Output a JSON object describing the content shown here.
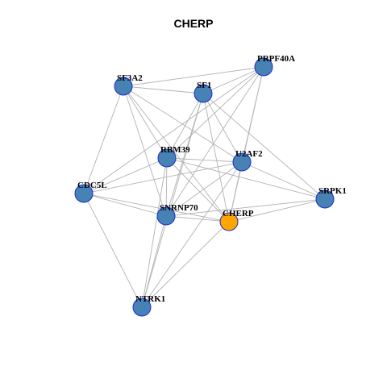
{
  "title": "CHERP",
  "colors": {
    "node_fill": "#4682b4",
    "node_stroke": "#1c2ccf",
    "highlight_fill": "#ffa500",
    "edge": "#b3b3b3"
  },
  "nodes": [
    {
      "id": "PRPF40A",
      "label": "PRPF40A",
      "highlight": false
    },
    {
      "id": "SF3A2",
      "label": "SF3A2",
      "highlight": false
    },
    {
      "id": "SF1",
      "label": "SF1",
      "highlight": false
    },
    {
      "id": "RBM39",
      "label": "RBM39",
      "highlight": false
    },
    {
      "id": "U2AF2",
      "label": "U2AF2",
      "highlight": false
    },
    {
      "id": "CDC5L",
      "label": "CDC5L",
      "highlight": false
    },
    {
      "id": "SRPK1",
      "label": "SRPK1",
      "highlight": false
    },
    {
      "id": "SNRNP70",
      "label": "SNRNP70",
      "highlight": false
    },
    {
      "id": "CHERP",
      "label": "CHERP",
      "highlight": true
    },
    {
      "id": "NTRK1",
      "label": "NTRK1",
      "highlight": false
    }
  ],
  "edges": [
    [
      "SF3A2",
      "PRPF40A"
    ],
    [
      "SF3A2",
      "SF1"
    ],
    [
      "SF3A2",
      "RBM39"
    ],
    [
      "SF3A2",
      "U2AF2"
    ],
    [
      "SF3A2",
      "CDC5L"
    ],
    [
      "SF3A2",
      "SNRNP70"
    ],
    [
      "SF3A2",
      "CHERP"
    ],
    [
      "SF1",
      "PRPF40A"
    ],
    [
      "SF1",
      "RBM39"
    ],
    [
      "SF1",
      "U2AF2"
    ],
    [
      "SF1",
      "SNRNP70"
    ],
    [
      "SF1",
      "CHERP"
    ],
    [
      "SF1",
      "NTRK1"
    ],
    [
      "SF1",
      "SRPK1"
    ],
    [
      "PRPF40A",
      "RBM39"
    ],
    [
      "PRPF40A",
      "U2AF2"
    ],
    [
      "PRPF40A",
      "CHERP"
    ],
    [
      "PRPF40A",
      "SNRNP70"
    ],
    [
      "PRPF40A",
      "CDC5L"
    ],
    [
      "RBM39",
      "U2AF2"
    ],
    [
      "RBM39",
      "CDC5L"
    ],
    [
      "RBM39",
      "SNRNP70"
    ],
    [
      "RBM39",
      "CHERP"
    ],
    [
      "RBM39",
      "SRPK1"
    ],
    [
      "RBM39",
      "NTRK1"
    ],
    [
      "U2AF2",
      "SNRNP70"
    ],
    [
      "U2AF2",
      "CHERP"
    ],
    [
      "U2AF2",
      "SRPK1"
    ],
    [
      "U2AF2",
      "CDC5L"
    ],
    [
      "U2AF2",
      "NTRK1"
    ],
    [
      "CDC5L",
      "SNRNP70"
    ],
    [
      "CDC5L",
      "CHERP"
    ],
    [
      "CDC5L",
      "NTRK1"
    ],
    [
      "SNRNP70",
      "CHERP"
    ],
    [
      "SNRNP70",
      "SRPK1"
    ],
    [
      "SNRNP70",
      "NTRK1"
    ],
    [
      "CHERP",
      "SRPK1"
    ],
    [
      "CHERP",
      "NTRK1"
    ]
  ]
}
